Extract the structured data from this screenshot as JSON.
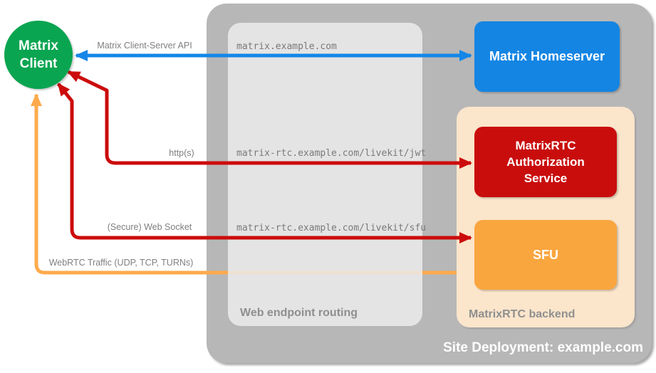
{
  "client": {
    "label": "Matrix Client"
  },
  "homeserver": {
    "label": "Matrix Homeserver"
  },
  "auth_service": {
    "label": "MatrixRTC Authorization Service"
  },
  "sfu": {
    "label": "SFU"
  },
  "containers": {
    "site": "Site Deployment: example.com",
    "routing": "Web endpoint routing",
    "backend": "MatrixRTC backend"
  },
  "connections": [
    {
      "name": "client-server-api",
      "label": "Matrix Client-Server API",
      "endpoint": "matrix.example.com",
      "color": "#1487e8",
      "bidirectional": true
    },
    {
      "name": "https",
      "label": "http(s)",
      "endpoint": "matrix-rtc.example.com/livekit/jwt",
      "color": "#cc0c0c",
      "bidirectional": true
    },
    {
      "name": "secure-web-socket",
      "label": "(Secure) Web Socket",
      "endpoint": "matrix-rtc.example.com/livekit/sfu",
      "color": "#cc0c0c",
      "bidirectional": true
    },
    {
      "name": "webrtc-traffic",
      "label": "WebRTC Traffic (UDP, TCP, TURNs)",
      "endpoint": "",
      "color": "#feaa4c",
      "bidirectional": true
    }
  ],
  "colors": {
    "client_green": "#0aa551",
    "homeserver_blue": "#1485e3",
    "auth_red": "#c90d0d",
    "sfu_orange": "#f9a63f",
    "backend_peach": "#fbe5cb",
    "outer_gray": "#b7b7b7",
    "inner_gray": "#ececec",
    "label_gray": "#7f7f7f"
  }
}
